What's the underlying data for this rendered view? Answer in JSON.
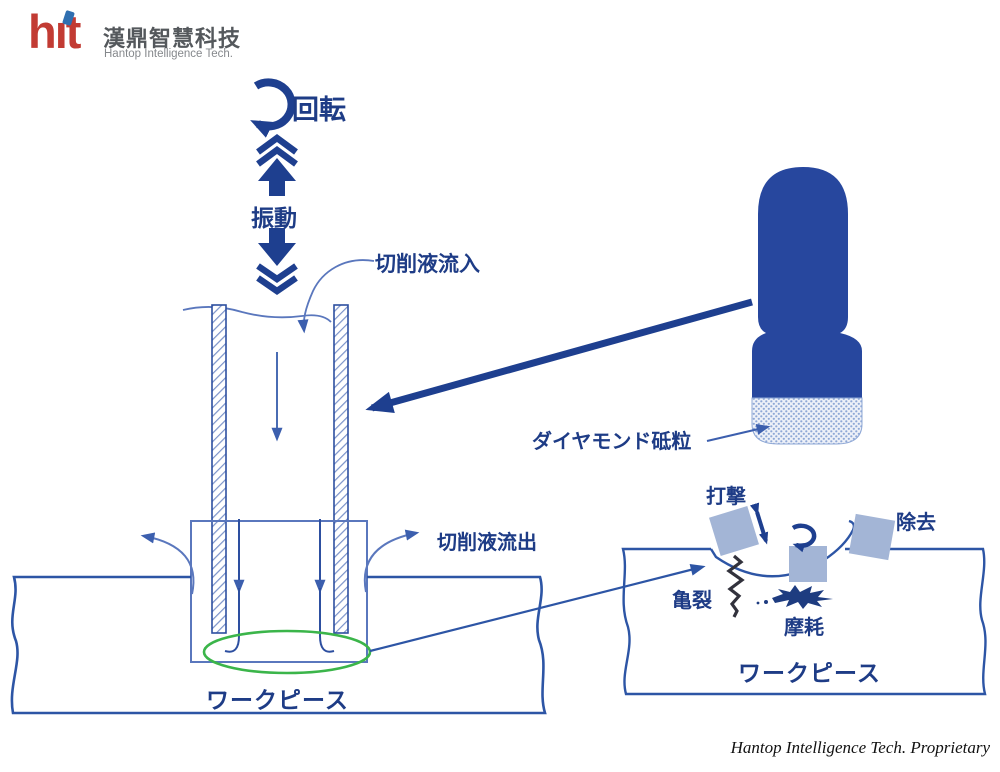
{
  "logo": {
    "mark_h": "h",
    "mark_i": "ı",
    "mark_t": "t",
    "name_zh": "漢鼎智慧科技",
    "name_en": "Hantop Intelligence Tech."
  },
  "labels": {
    "rotation": "回転",
    "vibration": "振動",
    "fluid_in": "切削液流入",
    "diamond": "ダイヤモンド砥粒",
    "fluid_out": "切削液流出",
    "impact": "打撃",
    "removal": "除去",
    "crack": "亀裂",
    "wear": "摩耗",
    "workpiece_left": "ワークピース",
    "workpiece_right": "ワークピース"
  },
  "footer": {
    "proprietary": "Hantop Intelligence Tech. Proprietary"
  },
  "colors": {
    "navy": "#1e3f8f",
    "diagram_line": "#2d55a5",
    "flow_line": "#5a77bd",
    "tool_blue": "#27479e",
    "abrasive_dot": "#8fa8d6",
    "grain_square": "#a3b5d6",
    "highlight_green": "#3bb54a",
    "logo_red": "#c23b33",
    "logo_blue": "#2f6fb0",
    "crack_dark": "#32323c"
  }
}
